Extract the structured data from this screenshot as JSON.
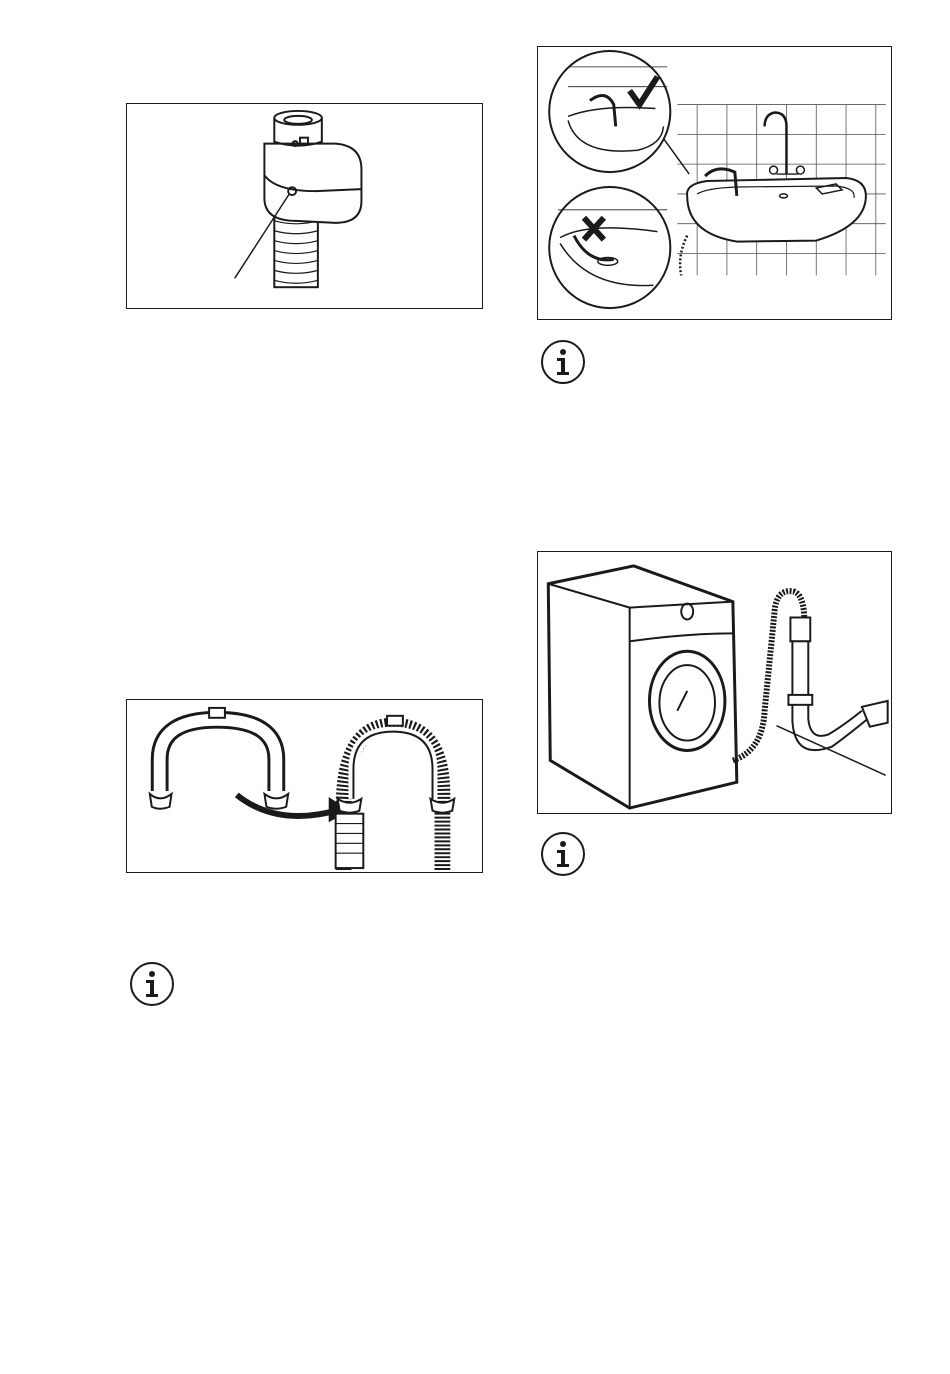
{
  "page": {
    "figures": [
      {
        "id": "fig-hose-guide-top",
        "icon": "hose-guide-illustration"
      },
      {
        "id": "fig-hose-on-sink",
        "icon": "sink-hose-correct-incorrect-illustration",
        "correct_mark": "check-icon",
        "incorrect_mark": "cross-icon"
      },
      {
        "id": "fig-hose-u-piece",
        "icon": "u-piece-hose-illustration"
      },
      {
        "id": "fig-washer-drain",
        "icon": "washing-machine-drain-illustration"
      }
    ],
    "info_icons": [
      "info-icon",
      "info-icon",
      "info-icon"
    ],
    "colors": {
      "line": "#1a1a1a",
      "background": "#ffffff",
      "grey": "#d9d9d9"
    }
  }
}
